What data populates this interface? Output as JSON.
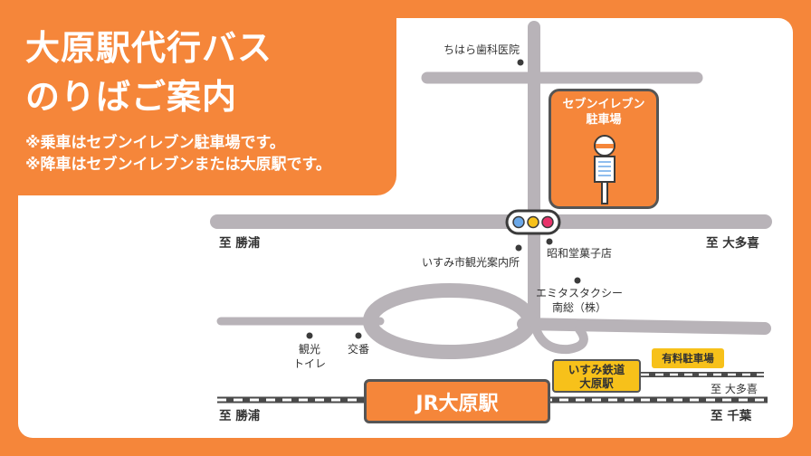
{
  "header": {
    "title_line1": "大原駅代行バス",
    "title_line2": "のりばご案内",
    "note1": "※乗車はセブンイレブン駐車場です。",
    "note2": "※降車はセブンイレブンまたは大原駅です。"
  },
  "directions": {
    "road_left": "至 勝浦",
    "road_right": "至 大多喜",
    "rail_upper_right": "至 大多喜",
    "rail_left": "至 勝浦",
    "rail_right": "至 千葉"
  },
  "places": {
    "dental": "ちはら歯科医院",
    "store_line1": "セブンイレブン",
    "store_line2": "駐車場",
    "tourist_info": "いすみ市観光案内所",
    "confectionery": "昭和堂菓子店",
    "taxi_line1": "エミタスタクシー",
    "taxi_line2": "南総（株）",
    "toilet_line1": "観光",
    "toilet_line2": "トイレ",
    "police": "交番",
    "parking": "有料駐車場",
    "isumi_line1": "いすみ鉄道",
    "isumi_line2": "大原駅",
    "jr_station": "JR大原駅"
  },
  "colors": {
    "accent": "#f5863a",
    "road": "#b8b3b8",
    "highlight": "#f7c11a",
    "signal_blue": "#6ba8e8",
    "signal_yellow": "#f7c11a",
    "signal_red": "#e8336a"
  },
  "icons": {
    "bus_stop": "bus-stop-icon",
    "traffic_signal": "traffic-signal-icon"
  }
}
